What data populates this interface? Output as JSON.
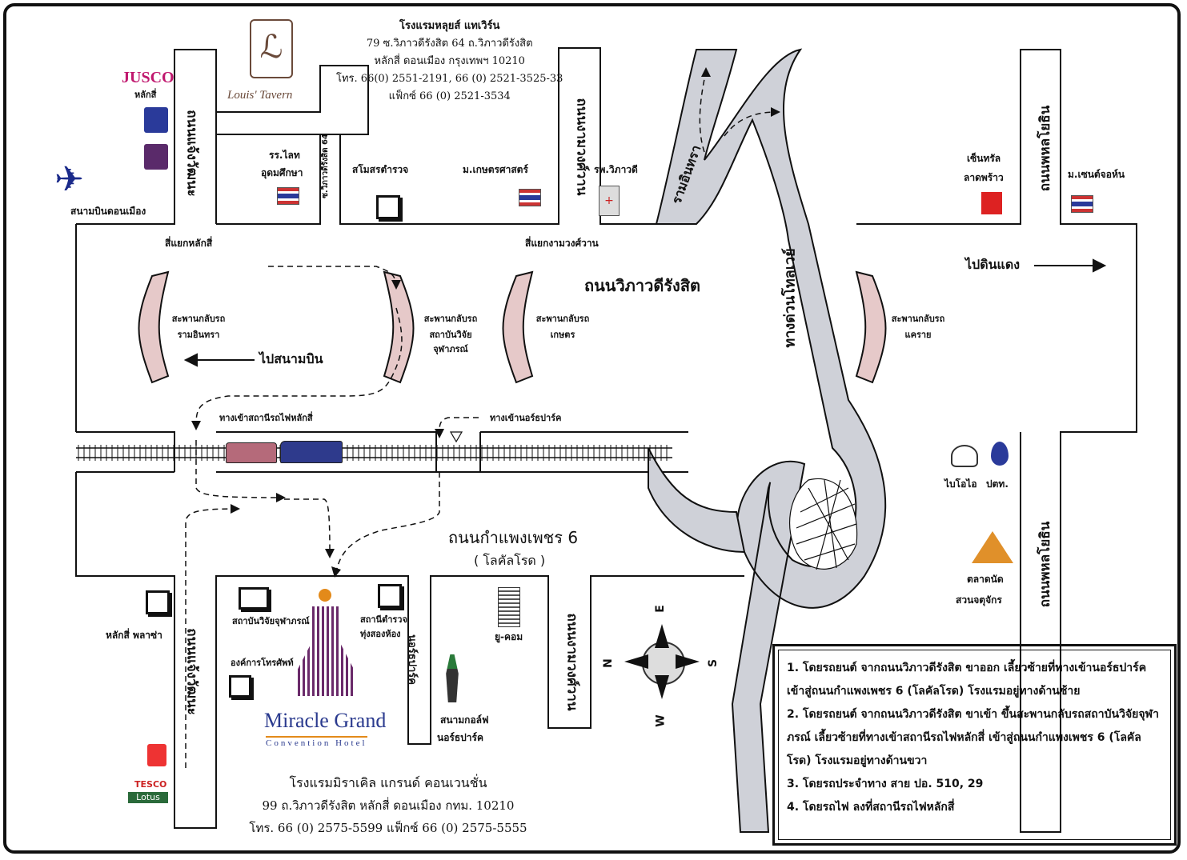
{
  "hotel_info": {
    "name": "โรงแรมหลุยส์ แทเวิร์น",
    "address1": "79 ซ.วิภาวดีรังสิต 64 ถ.วิภาวดีรังสิต",
    "address2": "หลักสี่ ดอนเมือง กรุงเทพฯ 10210",
    "phone": "โทร. 66(0) 2551-2191, 66 (0) 2521-3525-33",
    "fax": "แฟ็กซ์ 66 (0) 2521-3534"
  },
  "logos": {
    "louis_tavern": "Louis' Tavern",
    "jusco": "JUSCO",
    "jusco_sub": "หลักสี่",
    "miracle_title": "Miracle Grand",
    "miracle_sub": "Convention Hotel",
    "tesco": "TESCO",
    "lotus": "Lotus"
  },
  "roads": {
    "chaeng_north": "ถนนแจ้งวัฒนะ",
    "chaeng_south": "ถนนแจ้งวัฒนะ",
    "ngam_north": "ถนนงามวงศ์วาน",
    "ngam_south": "ถนนงามวงศ์วาน",
    "vibhavadi": "ถนนวิภาวดีรังสิต",
    "kamphaeng": "ถนนกำแพงเพชร 6",
    "local_road": "( โลคัลโรด )",
    "phahon_north": "ถนนพหลโยธิน",
    "phahon_south": "ถนนพหลโยธิน",
    "ramintra": "รามอินทรา",
    "tollway": "ทางด่วนโทลเวย์",
    "soi64": "ซ.วิภาวดีรังสิต 64",
    "northpark_road": "นอร์ธปาร์ค"
  },
  "labels": {
    "airport": "สนามบินดอนเมือง",
    "school": "รร.ไลท",
    "school2": "อุดมศึกษา",
    "police_club": "สโมสรตำรวจ",
    "kasetsart": "ม.เกษตรศาสตร์",
    "hospital": "รพ.วิภาวดี",
    "central": "เซ็นทรัล",
    "central2": "ลาดพร้าว",
    "stjohn": "ม.เซนต์จอห์น",
    "lakshi_junction": "สี่แยกหลักสี่",
    "ngam_junction": "สี่แยกงามวงศ์วาน",
    "to_dindaeng": "ไปดินแดง",
    "to_airport": "ไปสนามบิน",
    "bridge_ramintra1": "สะพานกลับรถ",
    "bridge_ramintra2": "รามอินทรา",
    "bridge_cri1": "สะพานกลับรถ",
    "bridge_cri2": "สถาบันวิจัย",
    "bridge_cri3": "จุฬาภรณ์",
    "bridge_kaset1": "สะพานกลับรถ",
    "bridge_kaset2": "เกษตร",
    "bridge_khwai1": "สะพานกลับรถ",
    "bridge_khwai2": "แคราย",
    "station_entrance": "ทางเข้าสถานีรถไฟหลักสี่",
    "northpark_entrance": "ทางเข้านอร์ธปาร์ค",
    "bio": "ไบโอไอ",
    "ptt": "ปตท.",
    "market1": "ตลาดนัด",
    "market2": "สวนจตุจักร",
    "lakshi_plaza": "หลักสี่ พลาซ่า",
    "cri": "สถาบันวิจัยจุฬาภรณ์",
    "tot": "องค์การโทรศัพท์",
    "police_housing1": "สถานีตำรวจ",
    "police_housing2": "ทุ่งสองห้อง",
    "ucom": "ยู-คอม",
    "golf1": "สนามกอล์ฟ",
    "golf2": "นอร์ธปาร์ค",
    "compass_n": "N",
    "compass_s": "S",
    "compass_e": "E",
    "compass_w": "W"
  },
  "footer": {
    "line1": "โรงแรมมิราเคิล แกรนด์ คอนเวนชั่น",
    "line2": "99 ถ.วิภาวดีรังสิต หลักสี่ ดอนเมือง กทม. 10210",
    "line3": "โทร. 66 (0) 2575-5599 แฟ็กซ์ 66 (0) 2575-5555"
  },
  "directions": [
    "1. โดยรถยนต์ จากถนนวิภาวดีรังสิต ขาออก เลี้ยวซ้ายที่ทางเข้านอร์ธปาร์ค เข้าสู่ถนนกำแพงเพชร 6 (โลคัลโรด) โรงแรมอยู่ทางด้านซ้าย",
    "2. โดยรถยนต์ จากถนนวิภาวดีรังสิต ขาเข้า ขึ้นสะพานกลับรถสถาบันวิจัยจุฬาภรณ์ เลี้ยวซ้ายที่ทางเข้าสถานีรถไฟหลักสี่ เข้าสู่ถนนกำแพงเพชร 6 (โลคัลโรด) โรงแรมอยู่ทางด้านขวา",
    "3. โดยรถประจำทาง สาย ปอ. 510, 29",
    "4. โดยรถไฟ ลงที่สถานีรถไฟหลักสี่"
  ],
  "colors": {
    "road_fill": "#ffffff",
    "tollway_fill": "#cfd1d8",
    "bridge_fill": "#e6c9c9",
    "miracle_purple": "#6a2a6a",
    "brand_blue": "#2a3a8e"
  }
}
